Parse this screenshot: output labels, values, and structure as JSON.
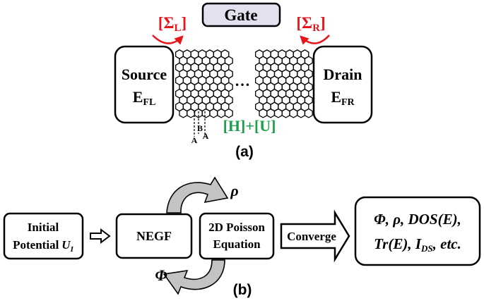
{
  "panel_a": {
    "gate": "Gate",
    "sigma_left": {
      "main": "[Σ",
      "sub": "L",
      "close": "]"
    },
    "sigma_right": {
      "main": "[Σ",
      "sub": "R",
      "close": "]"
    },
    "source": {
      "line1": "Source",
      "line2_main": "E",
      "line2_sub": "FL"
    },
    "drain": {
      "line1": "Drain",
      "line2_main": "E",
      "line2_sub": "FR"
    },
    "ellipsis": "…",
    "hamiltonian": "[H]+[U]",
    "site_a1": "A",
    "site_b": "B",
    "site_a2": "A",
    "caption": "(a)"
  },
  "panel_b": {
    "initial": {
      "line1": "Initial",
      "line2": "Potential",
      "var_main": "U",
      "var_sub": "I"
    },
    "negf": "NEGF",
    "poisson": {
      "line1": "2D Poisson",
      "line2": "Equation"
    },
    "rho_label": "ρ",
    "phi_label": "Φ",
    "converge": "Converge",
    "outputs": {
      "line1": "Φ, ρ, DOS(E),",
      "line2_pre": "Tr(E), I",
      "line2_sub": "DS",
      "line2_post": ", etc."
    },
    "caption": "(b)"
  },
  "colors": {
    "sigma": "#e8141b",
    "hamiltonian": "#1ea04a",
    "gate_fill": "#e4e0ef",
    "arrow_fill": "#c3c3c3"
  }
}
